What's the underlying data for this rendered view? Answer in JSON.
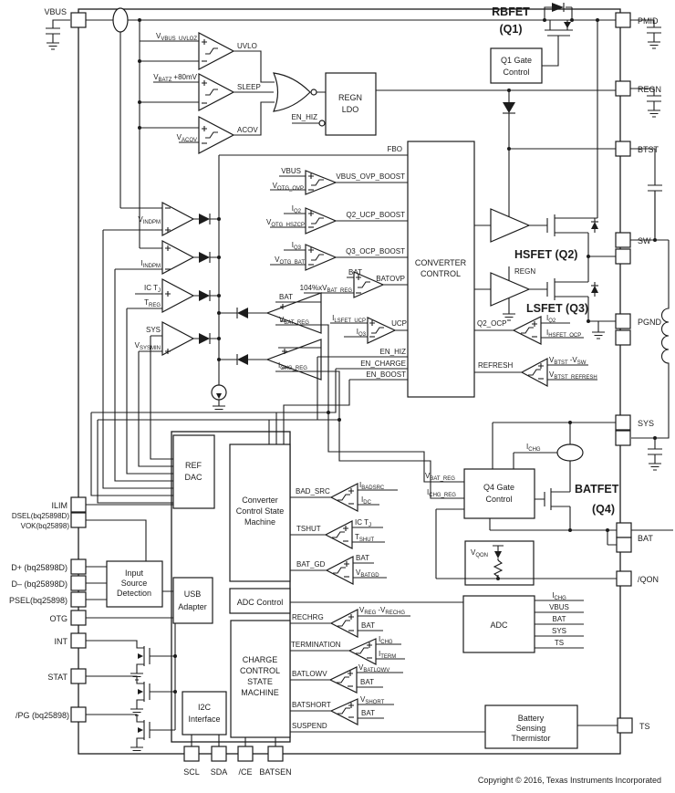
{
  "pins": {
    "left": {
      "vbus": "VBUS",
      "ilim": "ILIM",
      "dsel": "DSEL(bq25898D)",
      "vok": "VOK(bq25898)",
      "dplus": "D+ (bq25898D)",
      "dminus": "D– (bq25898D)",
      "psel": "PSEL(bq25898)",
      "otg": "OTG",
      "int": "INT",
      "stat": "STAT",
      "pg": "/PG (bq25898)"
    },
    "right": {
      "pmid": "PMID",
      "regn": "REGN",
      "btst": "BTST",
      "sw": "SW",
      "pgnd": "PGND",
      "sys": "SYS",
      "bat": "BAT",
      "qon": "/QON",
      "ts": "TS"
    },
    "bottom": {
      "scl": "SCL",
      "sda": "SDA",
      "ce": "/CE",
      "batsen": "BATSEN"
    }
  },
  "blocks": {
    "regn_ldo": {
      "l1": "REGN",
      "l2": "LDO"
    },
    "q1gc": {
      "l1": "Q1 Gate",
      "l2": "Control"
    },
    "conv": {
      "l1": "CONVERTER",
      "l2": "CONTROL"
    },
    "ref_dac": {
      "l1": "REF",
      "l2": "DAC"
    },
    "ccsm": {
      "l1": "Converter",
      "l2": "Control State",
      "l3": "Machine"
    },
    "adc_ctrl": "ADC Control",
    "charge_sm": {
      "l1": "CHARGE",
      "l2": "CONTROL",
      "l3": "STATE",
      "l4": "MACHINE"
    },
    "usb": {
      "l1": "USB",
      "l2": "Adapter"
    },
    "isd": {
      "l1": "Input",
      "l2": "Source",
      "l3": "Detection"
    },
    "i2c": {
      "l1": "I2C",
      "l2": "Interface"
    },
    "q4gc": {
      "l1": "Q4 Gate",
      "l2": "Control"
    },
    "adc": "ADC",
    "bst": {
      "l1": "Battery",
      "l2": "Sensing",
      "l3": "Thermistor"
    }
  },
  "fets": {
    "rbfet": "RBFET",
    "rbfet_q": "(Q1)",
    "hsfet": "HSFET (Q2)",
    "lsfet": "LSFET (Q3)",
    "batfet": "BATFET",
    "batfet_q": "(Q4)"
  },
  "labels": {
    "uvlo": "UVLO",
    "sleep": "SLEEP",
    "acov": "ACOV",
    "en_hiz": "EN_HIZ",
    "en_charge": "EN_CHARGE",
    "en_boost": "EN_BOOST",
    "fbo": "FBO",
    "vbus": "VBUS",
    "bat": "BAT",
    "sys": "SYS",
    "ts": "TS",
    "regn": "REGN",
    "vbus_ovp_boost": "VBUS_OVP_BOOST",
    "q2_ucp_boost": "Q2_UCP_BOOST",
    "q3_ocp_boost": "Q3_OCP_BOOST",
    "batovp": "BATOVP",
    "ucp": "UCP",
    "q2_ocp": "Q2_OCP",
    "refresh": "REFRESH",
    "bad_src": "BAD_SRC",
    "tshut": "TSHUT",
    "bat_gd": "BAT_GD",
    "rechrg": "RECHRG",
    "termination": "TERMINATION",
    "batlowv": "BATLOWV",
    "batshort": "BATSHORT",
    "suspend": "SUSPEND"
  },
  "sub_labels": {
    "v_vbus_uvloz": {
      "m": "V",
      "s": "VBUS_UVLOZ"
    },
    "v_batz": {
      "m": "V",
      "s": "BATZ",
      "m2": "+80mV"
    },
    "v_acov": {
      "m": "V",
      "s": "ACOV"
    },
    "v_otg_ovp": {
      "m": "V",
      "s": "OTG_OVP"
    },
    "i_q2": {
      "m": "I",
      "s": "Q2"
    },
    "v_otg_hszcp": {
      "m": "V",
      "s": "OTG_HSZCP"
    },
    "i_q3": {
      "m": "I",
      "s": "Q3"
    },
    "v_otg_bat": {
      "m": "V",
      "s": "OTG_BAT"
    },
    "pct_vbat_reg": {
      "m": "104%xV",
      "s": "BAT_REG"
    },
    "i_lsfet_ucp": {
      "m": "I",
      "s": "LSFET_UCP"
    },
    "i_hsfet_ocp": {
      "m": "I",
      "s": "HSFET_OCP"
    },
    "v_btst_vsw": {
      "m": "V",
      "s": "BTST",
      "m2": "-V",
      "s2": "SW"
    },
    "v_btst_refresh": {
      "m": "V",
      "s": "BTST_REFRESH"
    },
    "v_indpm": {
      "m": "V",
      "s": "INDPM"
    },
    "i_indpm": {
      "m": "I",
      "s": "INDPM"
    },
    "ic_tj": {
      "m": "IC T",
      "s": "J"
    },
    "t_reg": {
      "m": "T",
      "s": "REG"
    },
    "v_sysmin": {
      "m": "V",
      "s": "SYSMIN"
    },
    "v_bat_reg": {
      "m": "V",
      "s": "BAT_REG"
    },
    "i_chg_reg": {
      "m": "I",
      "s": "CHG_REG"
    },
    "i_badsrc": {
      "m": "I",
      "s": "BADSRC"
    },
    "i_dc": {
      "m": "I",
      "s": "DC"
    },
    "t_shut": {
      "m": "T",
      "s": "SHUT"
    },
    "v_batgd": {
      "m": "V",
      "s": "BATGD"
    },
    "i_chg": {
      "m": "I",
      "s": "CHG"
    },
    "v_qon": {
      "m": "V",
      "s": "QON"
    },
    "v_reg_rechg": {
      "m": "V",
      "s": "REG",
      "m2": "-V",
      "s2": "RECHG"
    },
    "i_term": {
      "m": "I",
      "s": "TERM"
    },
    "v_batlowv": {
      "m": "V",
      "s": "BATLOWV"
    },
    "v_short": {
      "m": "V",
      "s": "SHORT"
    }
  },
  "copyright": "Copyright © 2016, Texas Instruments Incorporated"
}
